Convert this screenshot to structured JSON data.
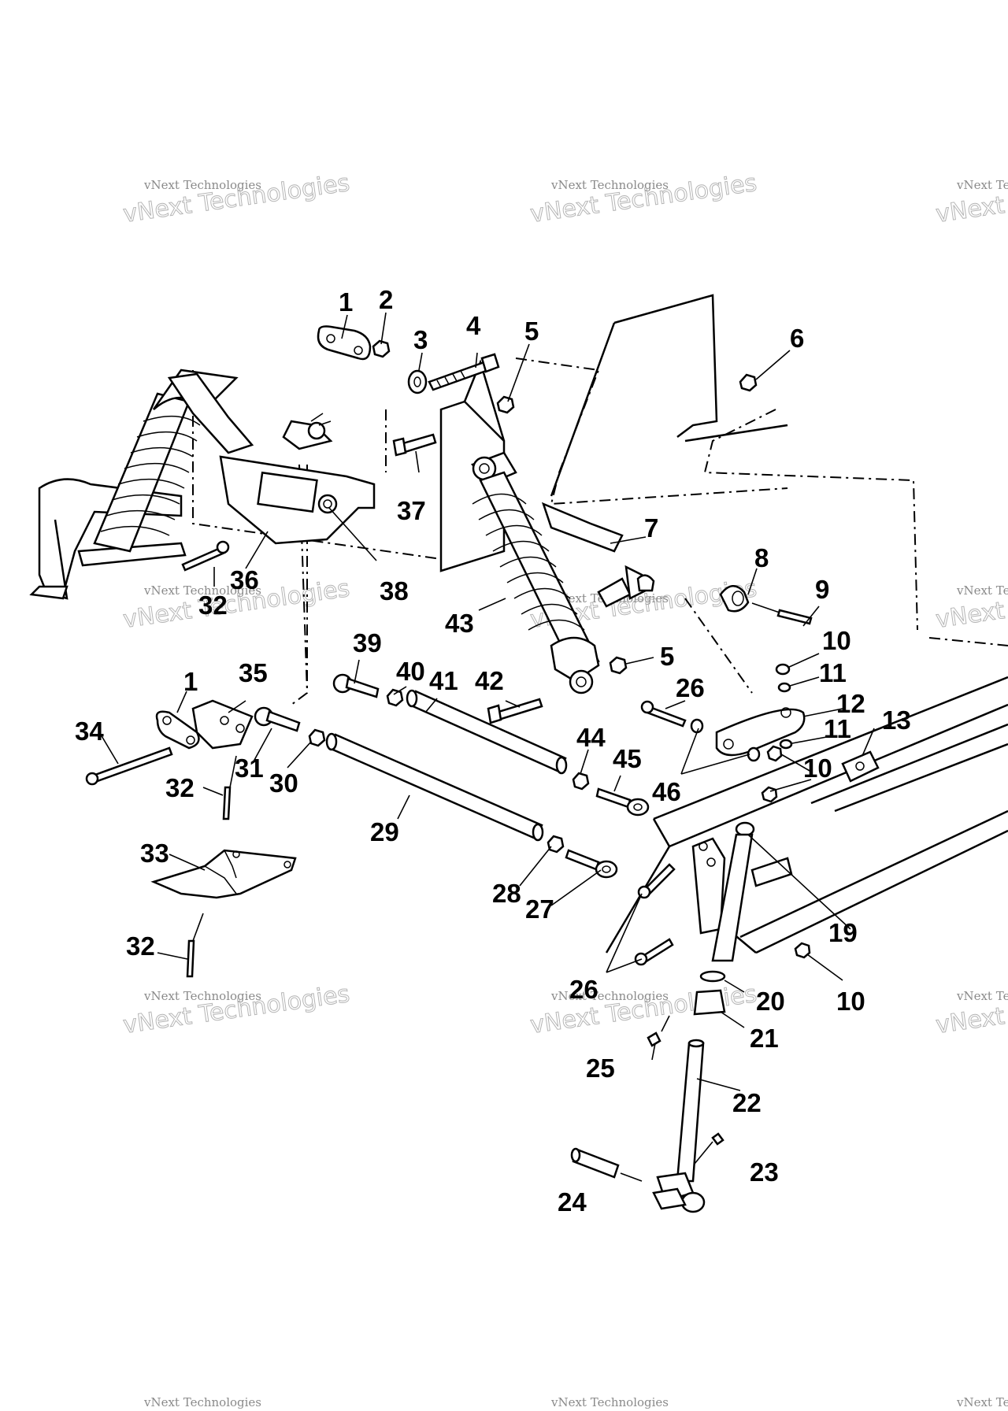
{
  "watermark": {
    "line_small": "vNext Technologies",
    "line_big": "vNext Technologies"
  },
  "callouts": {
    "c1a": "1",
    "c2": "2",
    "c3": "3",
    "c4": "4",
    "c5a": "5",
    "c6": "6",
    "c7": "7",
    "c8": "8",
    "c9": "9",
    "c10a": "10",
    "c11a": "11",
    "c12": "12",
    "c11b": "11",
    "c13": "13",
    "c10b": "10",
    "c19": "19",
    "c10c": "10",
    "c20": "20",
    "c21": "21",
    "c22": "22",
    "c23": "23",
    "c24": "24",
    "c25": "25",
    "c26a": "26",
    "c26b": "26",
    "c27": "27",
    "c28": "28",
    "c29": "29",
    "c30": "30",
    "c31": "31",
    "c32a": "32",
    "c32b": "32",
    "c32c": "32",
    "c33": "33",
    "c34": "34",
    "c35": "35",
    "c1b": "1",
    "c36": "36",
    "c37": "37",
    "c38": "38",
    "c39": "39",
    "c40": "40",
    "c41": "41",
    "c42": "42",
    "c43": "43",
    "c44": "44",
    "c45": "45",
    "c46": "46",
    "c5b": "5"
  }
}
